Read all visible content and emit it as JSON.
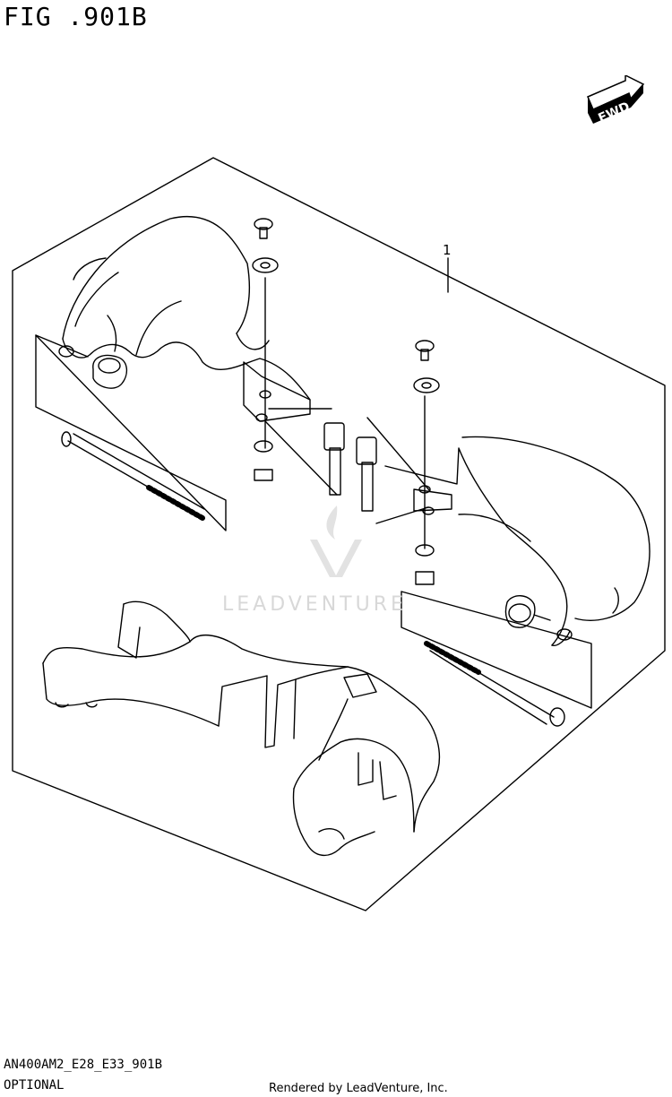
{
  "figure": {
    "title": "FIG .901B",
    "fwd_label": "FWD",
    "callout_number": "1",
    "diagram_code": "AN400AM2_E28_E33_901B",
    "section_label": "OPTIONAL"
  },
  "watermark": {
    "text": "LEADVENTURE"
  },
  "footer": {
    "rendered_by": "Rendered by LeadVenture, Inc."
  },
  "colors": {
    "line": "#000000",
    "background": "#ffffff",
    "watermark": "#d8d8d8"
  }
}
